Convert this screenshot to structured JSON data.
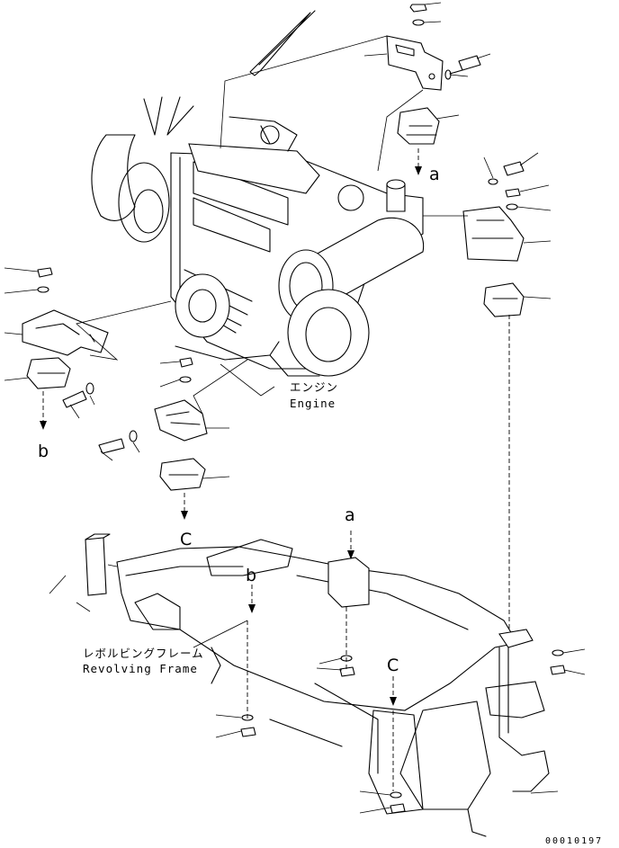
{
  "labels": {
    "engine_jp": "エンジン",
    "engine_en": "Engine",
    "frame_jp": "レボルビングフレーム",
    "frame_en": "Revolving Frame"
  },
  "refs": {
    "a_top": "a",
    "a_frame": "a",
    "b_left": "b",
    "b_frame": "b",
    "c_left": "C",
    "c_frame": "C"
  },
  "part_number": "00010197"
}
